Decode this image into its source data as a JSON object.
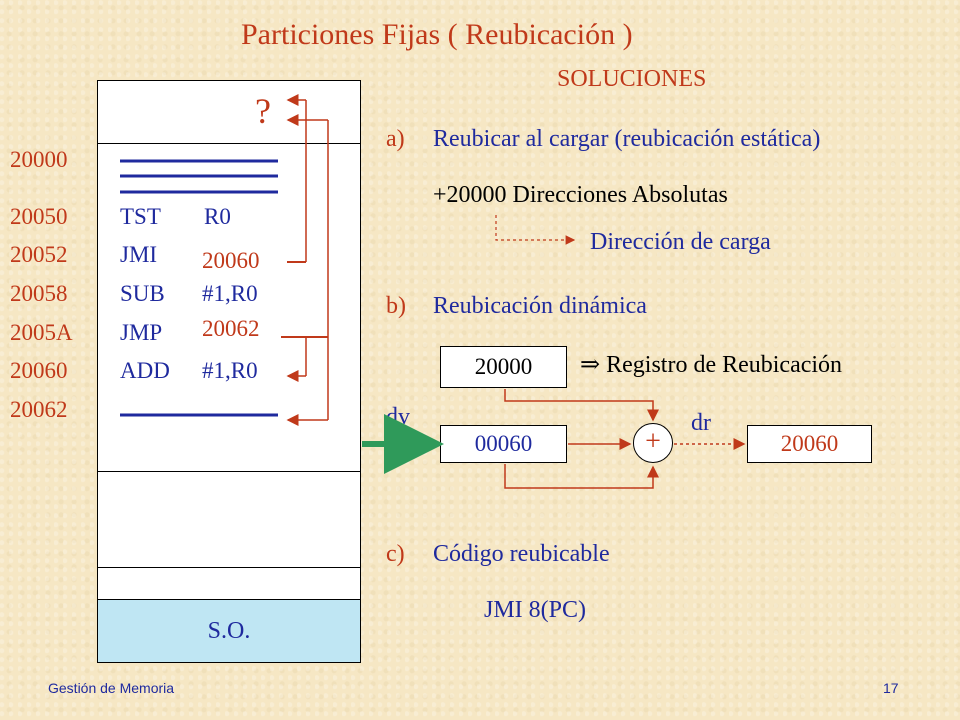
{
  "title": "Particiones Fijas  ( Reubicación )",
  "soluciones_label": "SOLUCIONES",
  "memory": {
    "question_mark": "?",
    "addresses": [
      "20000",
      "20050",
      "20052",
      "20058",
      "2005A",
      "20060",
      "20062"
    ],
    "instructions": [
      {
        "op": "TST",
        "arg": "R0",
        "arg_color": "blue"
      },
      {
        "op": "JMI",
        "arg": "20060",
        "arg_color": "red"
      },
      {
        "op": "SUB",
        "arg": "#1,R0",
        "arg_color": "blue"
      },
      {
        "op": "JMP",
        "arg": "20062",
        "arg_color": "red"
      },
      {
        "op": "ADD",
        "arg": "#1,R0",
        "arg_color": "blue"
      }
    ],
    "so_label": "S.O."
  },
  "solutions": {
    "a": {
      "letter": "a)",
      "text": "Reubicar al cargar (reubicación estática)",
      "detail": "+20000 Direcciones Absolutas",
      "note": "Dirección de carga"
    },
    "b": {
      "letter": "b)",
      "text": "Reubicación dinámica",
      "register_value": "20000",
      "register_label": "⇒  Registro de Reubicación",
      "dv_label": "dv",
      "dr_label": "dr",
      "input_value": "00060",
      "plus": "+",
      "output_value": "20060"
    },
    "c": {
      "letter": "c)",
      "text": "Código reubicable",
      "code": "JMI  8(PC)"
    }
  },
  "footer": {
    "left": "Gestión de Memoria",
    "page": "17"
  },
  "colors": {
    "background": "#f6e7c4",
    "title": "#c0391a",
    "text": "#1f2a9e",
    "accent_red": "#c0391a",
    "so_fill": "#bfe6f3",
    "dv_arrow": "#2f9a5a"
  }
}
